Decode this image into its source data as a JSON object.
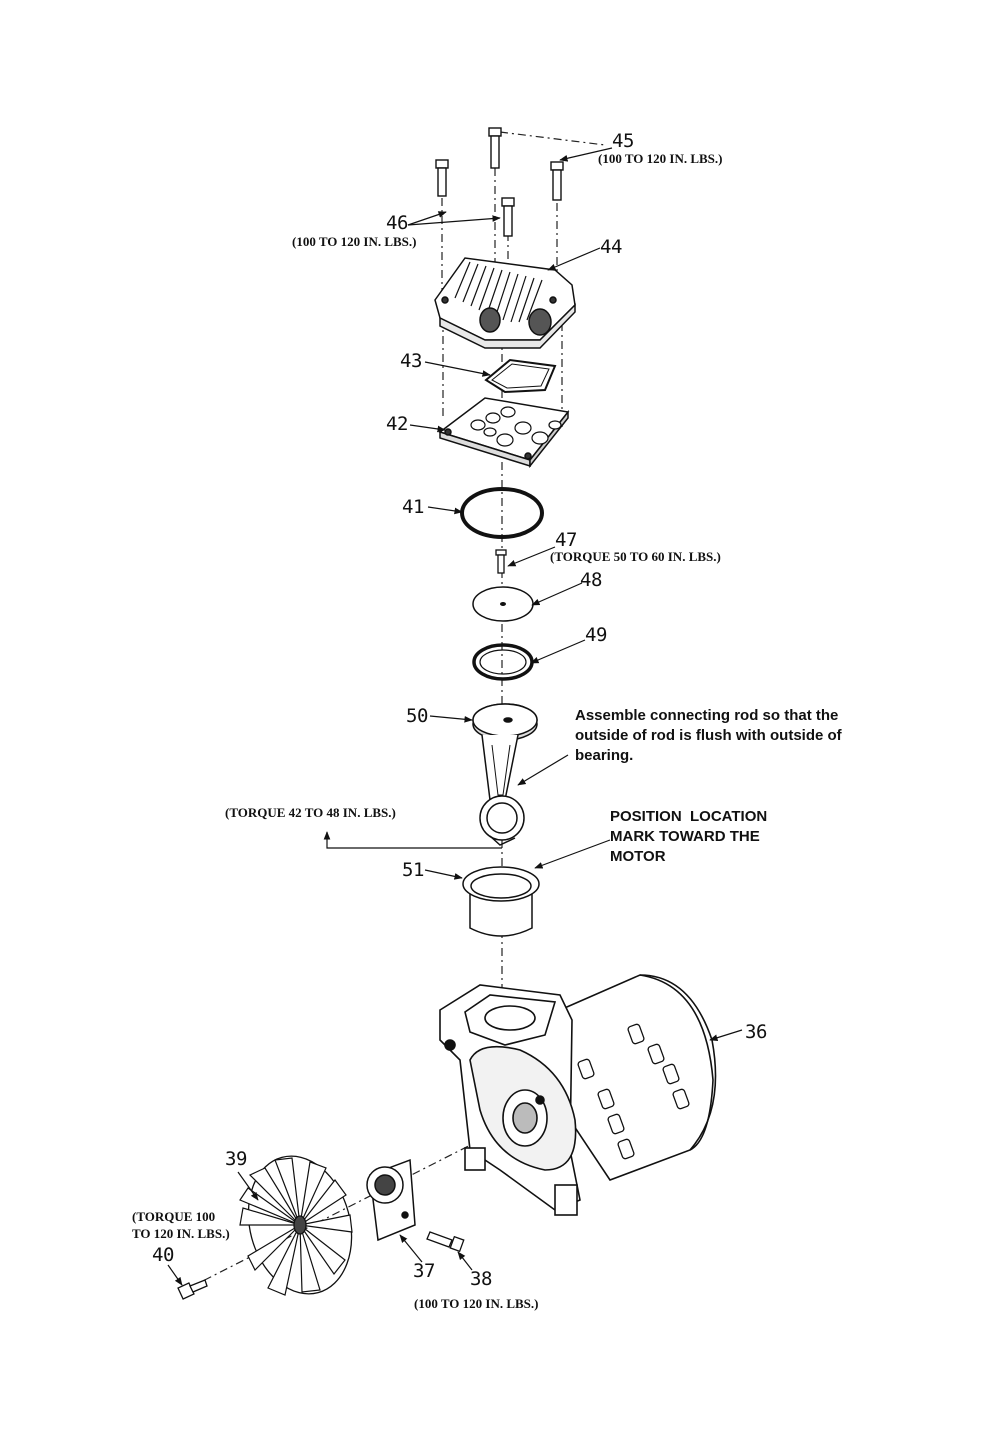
{
  "parts": [
    {
      "key": "p45",
      "number": "45",
      "torque": "(100 TO 120 IN. LBS.)"
    },
    {
      "key": "p46",
      "number": "46",
      "torque": "(100 TO 120 IN. LBS.)"
    },
    {
      "key": "p44",
      "number": "44"
    },
    {
      "key": "p43",
      "number": "43"
    },
    {
      "key": "p42",
      "number": "42"
    },
    {
      "key": "p41",
      "number": "41"
    },
    {
      "key": "p47",
      "number": "47",
      "torque": "(TORQUE 50 TO 60 IN. LBS.)"
    },
    {
      "key": "p48",
      "number": "48"
    },
    {
      "key": "p49",
      "number": "49"
    },
    {
      "key": "p50",
      "number": "50"
    },
    {
      "key": "p51",
      "number": "51"
    },
    {
      "key": "p36",
      "number": "36"
    },
    {
      "key": "p39",
      "number": "39"
    },
    {
      "key": "p40",
      "number": "40",
      "torque": "(TORQUE 100\nTO 120 IN. LBS.)"
    },
    {
      "key": "p37",
      "number": "37"
    },
    {
      "key": "p38",
      "number": "38",
      "torque": "(100 TO 120 IN. LBS.)"
    }
  ],
  "rod_torque": "(TORQUE 42 TO 48 IN. LBS.)",
  "notes": {
    "connecting_rod": "Assemble connecting rod so that the\noutside of rod is flush with outside of\nbearing.",
    "position_mark": "POSITION  LOCATION\nMARK TOWARD THE\nMOTOR"
  }
}
